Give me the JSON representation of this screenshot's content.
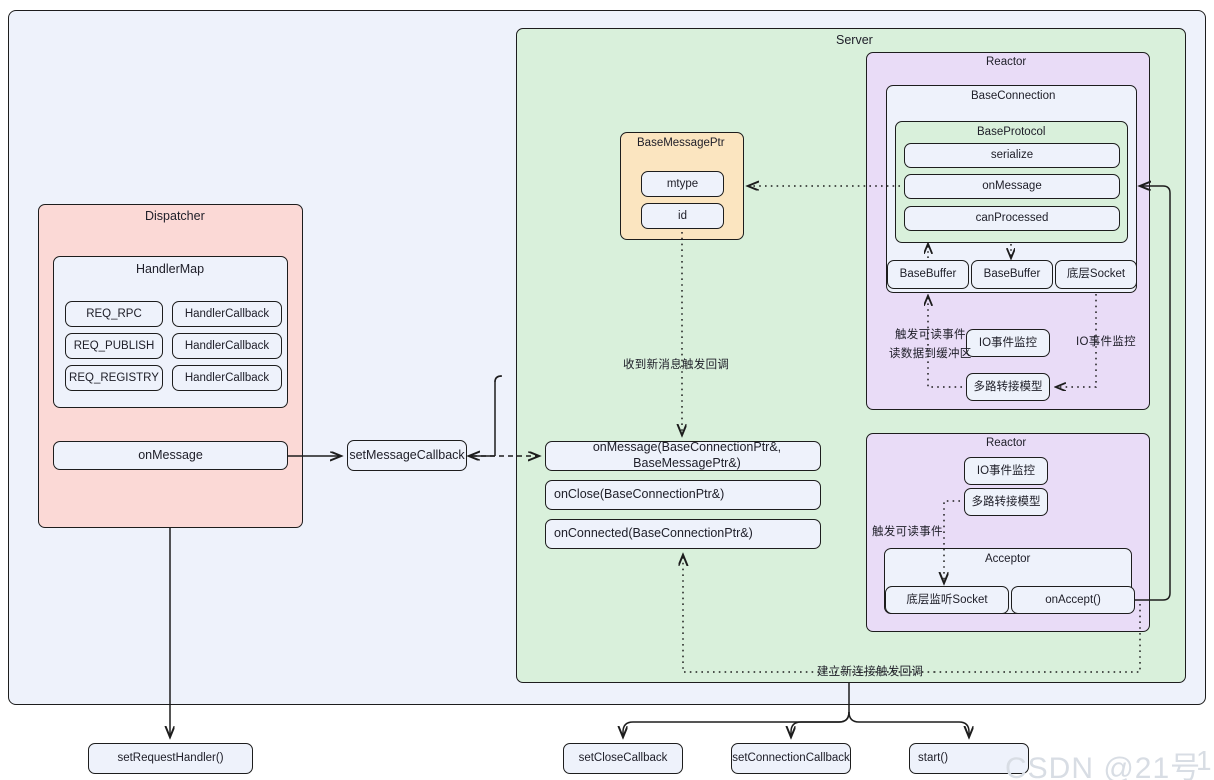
{
  "diagram": {
    "title_server": "Server",
    "canvas_color": "#eef2fb",
    "server_color": "#d9f0db",
    "reactor_color": "#e9dcf7",
    "dispatcher_color": "#fbd9d6",
    "message_color": "#fbe5c0",
    "plain_color": "#eef2fb"
  },
  "dispatcher": {
    "title": "Dispatcher",
    "handler_map": {
      "title": "HandlerMap",
      "rows": [
        {
          "key": "REQ_RPC",
          "value": "HandlerCallback"
        },
        {
          "key": "REQ_PUBLISH",
          "value": "HandlerCallback"
        },
        {
          "key": "REQ_REGISTRY",
          "value": "HandlerCallback"
        }
      ]
    },
    "on_message": "onMessage"
  },
  "middle": {
    "set_message_callback": "setMessageCallback",
    "callbacks": [
      "onMessage(BaseConnectionPtr&,  BaseMessagePtr&)",
      "onClose(BaseConnectionPtr&)",
      "onConnected(BaseConnectionPtr&)"
    ],
    "new_message_label": "收到新消息触发回调"
  },
  "message_ptr": {
    "title": "BaseMessagePtr",
    "fields": [
      "mtype",
      "id"
    ]
  },
  "reactor_top": {
    "title": "Reactor",
    "connection_title": "BaseConnection",
    "protocol_title": "BaseProtocol",
    "protocol_methods": [
      "serialize",
      "onMessage",
      "canProcessed"
    ],
    "buffers": [
      "BaseBuffer",
      "BaseBuffer",
      "底层Socket"
    ],
    "io_monitor": "IO事件监控",
    "multiplex": "多路转接模型",
    "label_left_line1": "触发可读事件",
    "label_left_line2": "读数据到缓冲区",
    "label_right": "IO事件监控"
  },
  "reactor_bottom": {
    "title": "Reactor",
    "io_monitor": "IO事件监控",
    "multiplex": "多路转接模型",
    "label_trigger": "触发可读事件",
    "acceptor_title": "Acceptor",
    "listen_socket": "底层监听Socket",
    "on_accept": "onAccept()"
  },
  "bottom": {
    "new_connection_label": "建立新连接触发回调",
    "buttons": [
      "setRequestHandler()",
      "setCloseCallback",
      "setConnectionCallback",
      "start()"
    ]
  },
  "watermark": {
    "text": "CSDN @21号",
    "page": "1"
  }
}
